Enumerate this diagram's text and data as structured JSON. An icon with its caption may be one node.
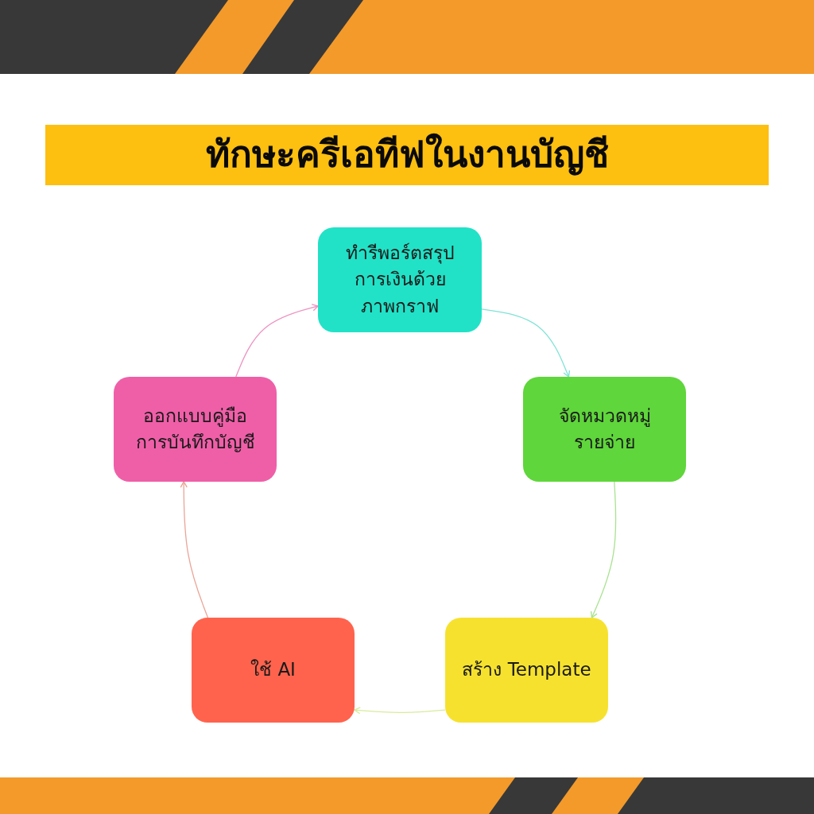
{
  "diagram": {
    "title": "ทักษะครีเอทีฟในงานบัญชี",
    "nodes": [
      {
        "text": [
          "ทำรีพอร์ตสรุปการเงินด้วยภาพกราฟ"
        ]
      },
      {
        "text": [
          "จัดหมวดหมู่รายจ่าย"
        ]
      },
      {
        "text": [
          "สร้าง Template"
        ]
      },
      {
        "text": [
          "ใช้ AI"
        ]
      },
      {
        "text": [
          "ออกแบบคู่มือการบันทึกบัญชี"
        ]
      }
    ],
    "edges": [
      {
        "from": 0,
        "to": 1,
        "arrow": "to",
        "color": "#7fe3d6"
      },
      {
        "from": 1,
        "to": 2,
        "arrow": "to",
        "color": "#a9e290"
      },
      {
        "from": 2,
        "to": 3,
        "arrow": "to",
        "color": "#d6ec9c"
      },
      {
        "from": 3,
        "to": 4,
        "arrow": "to",
        "color": "#eaa597"
      },
      {
        "from": 4,
        "to": 0,
        "arrow": "to",
        "color": "#ee93c2"
      }
    ]
  }
}
